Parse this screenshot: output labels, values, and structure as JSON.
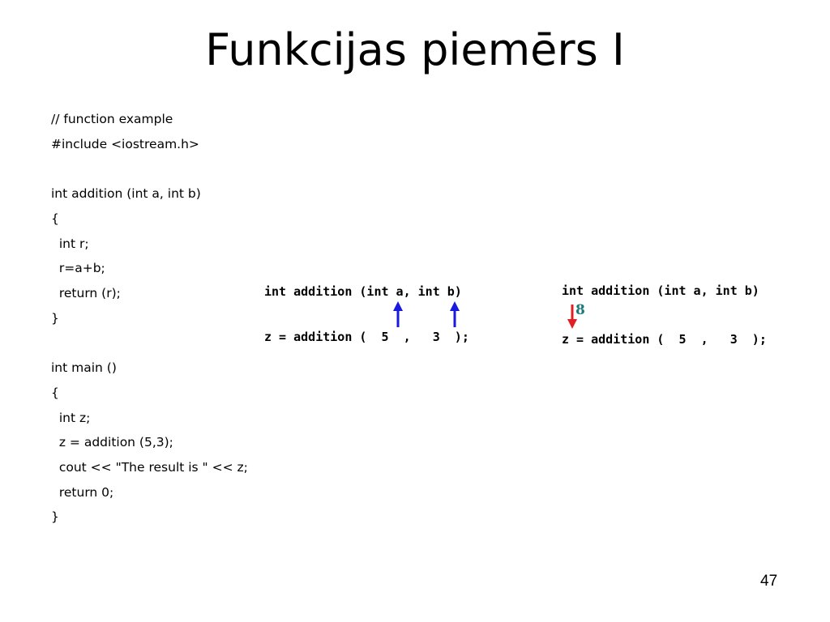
{
  "slide": {
    "title": "Funkcijas piemērs I",
    "page_number": "47"
  },
  "code": {
    "lines": [
      "// function example",
      "#include <iostream.h>",
      "",
      "int addition (int a, int b)",
      "{",
      "  int r;",
      "  r=a+b;",
      "  return (r);",
      "}",
      "",
      "int main ()",
      "{",
      "  int z;",
      "  z = addition (5,3);",
      "  cout << \"The result is \" << z;",
      "  return 0;",
      "}"
    ]
  },
  "diagram_left": {
    "definition": "int addition (int a, int b)",
    "call": "z = addition (  5  ,   3  );",
    "arrow_color": "#1a1adf"
  },
  "diagram_right": {
    "definition": "int addition (int a, int b)",
    "result": "8",
    "call": "z = addition (  5  ,   3  );",
    "arrow_color": "#e02020",
    "result_color": "#1a7a7a"
  }
}
